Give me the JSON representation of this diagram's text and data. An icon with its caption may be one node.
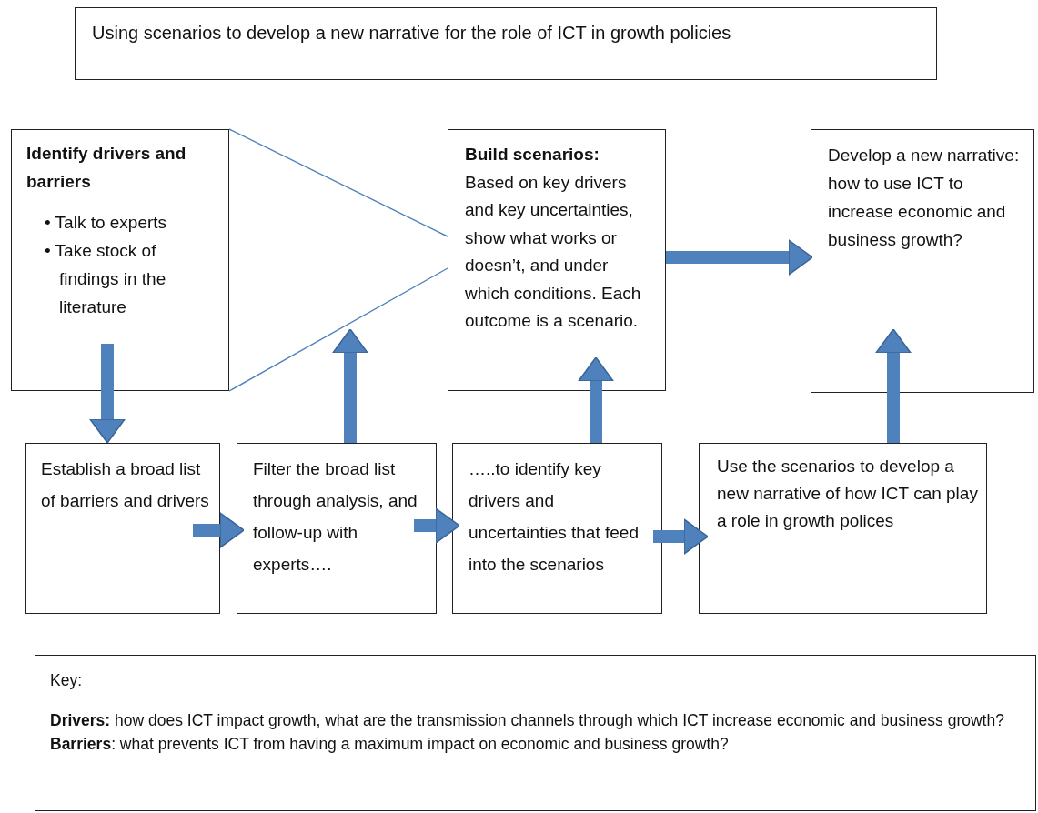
{
  "diagram": {
    "title": "Using scenarios to develop a new narrative for the role of ICT in growth policies",
    "nodes": [
      {
        "text": [
          "Identify drivers and barriers",
          "• Talk to experts",
          "• Take stock of findings in the literature"
        ]
      },
      {
        "text": [
          "Build scenarios:",
          "Based on key drivers and key uncertainties, show what works or doesn’t, and under which conditions. Each outcome is a scenario."
        ]
      },
      {
        "text": [
          "Develop a new narrative: how to use ICT to increase economic and business growth?"
        ]
      },
      {
        "text": [
          "Establish a broad list of barriers and drivers"
        ]
      },
      {
        "text": [
          "Filter the broad list through analysis, and follow-up with experts…."
        ]
      },
      {
        "text": [
          "…..to identify key drivers and uncertainties that feed into the scenarios"
        ]
      },
      {
        "text": [
          "Use the scenarios to develop a new narrative of how ICT can play a role in growth polices"
        ]
      },
      {
        "text": [
          "Key:",
          "**Drivers:** how does ICT impact growth, what are the transmission channels through which ICT increase economic and business growth?",
          "**Barriers**: what prevents ICT from having a maximum impact on economic and business growth?"
        ]
      }
    ],
    "edges": [
      {
        "from": 0,
        "to": 3,
        "arrow": "to"
      },
      {
        "from": 3,
        "to": 4,
        "arrow": "to"
      },
      {
        "from": 4,
        "to": 5,
        "arrow": "to"
      },
      {
        "from": 5,
        "to": 6,
        "arrow": "to"
      },
      {
        "from": 4,
        "to": null,
        "arrow": "to"
      },
      {
        "from": 5,
        "to": 1,
        "arrow": "to"
      },
      {
        "from": 6,
        "to": 2,
        "arrow": "to"
      },
      {
        "from": 1,
        "to": 2,
        "arrow": "to"
      },
      {
        "from": 0,
        "to": 1,
        "arrow": "none"
      },
      {
        "from": 0,
        "to": 1,
        "arrow": "none"
      }
    ]
  }
}
